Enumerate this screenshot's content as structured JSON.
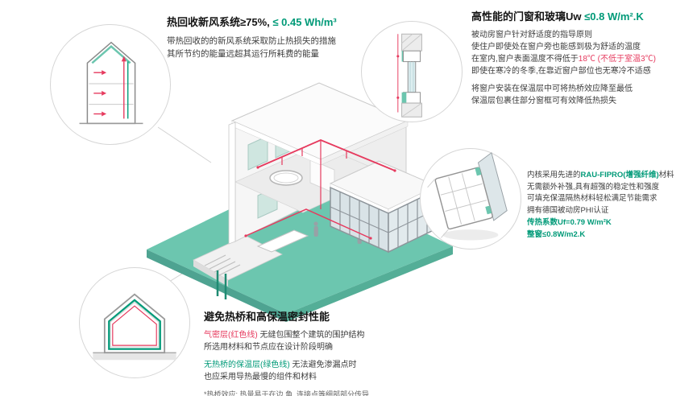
{
  "colors": {
    "accent_green": "#009a78",
    "ground_teal": "#6cc6af",
    "accent_red": "#e63a5e"
  },
  "heat_recovery": {
    "title_black": "热回收新风系统≥75%,",
    "title_green": " ≤ 0.45 Wh/m³",
    "line1": "带热回收的的新风系统采取防止热损失的措施",
    "line2": "其所节约的能量远超其运行所耗费的能量"
  },
  "windows": {
    "title_black": "高性能的门窗和玻璃Uw ",
    "title_green": "≤0.8 W/m².K",
    "p1_l1": "被动房窗户针对舒适度的指导原则",
    "p1_l2": "使住户即使处在窗户旁也能感到极为舒适的温度",
    "p1_l3_black": "在室内,窗户表面温度不得低于",
    "p1_l3_red": "18℃ (不低于室温3℃)",
    "p1_l4": "即使在寒冷的冬季,在靠近窗户部位也无寒冷不适感",
    "p2_l1": "将窗户安装在保温层中可将热桥效应降至最低",
    "p2_l2": "保温层包裹住部分窗框可有效降低热损失"
  },
  "core": {
    "l1_black1": "内核采用先进的",
    "l1_green": "RAU-FIPRO(增强纤维)",
    "l1_black2": "材料",
    "l2": "无需额外补强,具有超强的稳定性和强度",
    "l3": "可填充保温隔热材料轻松满足节能需求",
    "l4": "拥有德国被动房PHI认证",
    "l5": "传热系数Uf=0.79 W/m²K",
    "l6": "整窗≤0.8W/m2.K"
  },
  "thermal": {
    "title": "避免热桥和高保温密封性能",
    "p1_red": "气密层(红色线)",
    "p1_rest": " 无缝包围整个建筑的围护结构",
    "p1_l2": "所选用材料和节点应在设计阶段明确",
    "p2_green": "无热桥的保温层(绿色线)",
    "p2_rest": " 无法避免渗漏点时",
    "p2_l2": "也应采用导热最慢的组件和材料",
    "footnote": "*热桥效应: 热量易于在边,角, 连接点等细部部分传导"
  }
}
